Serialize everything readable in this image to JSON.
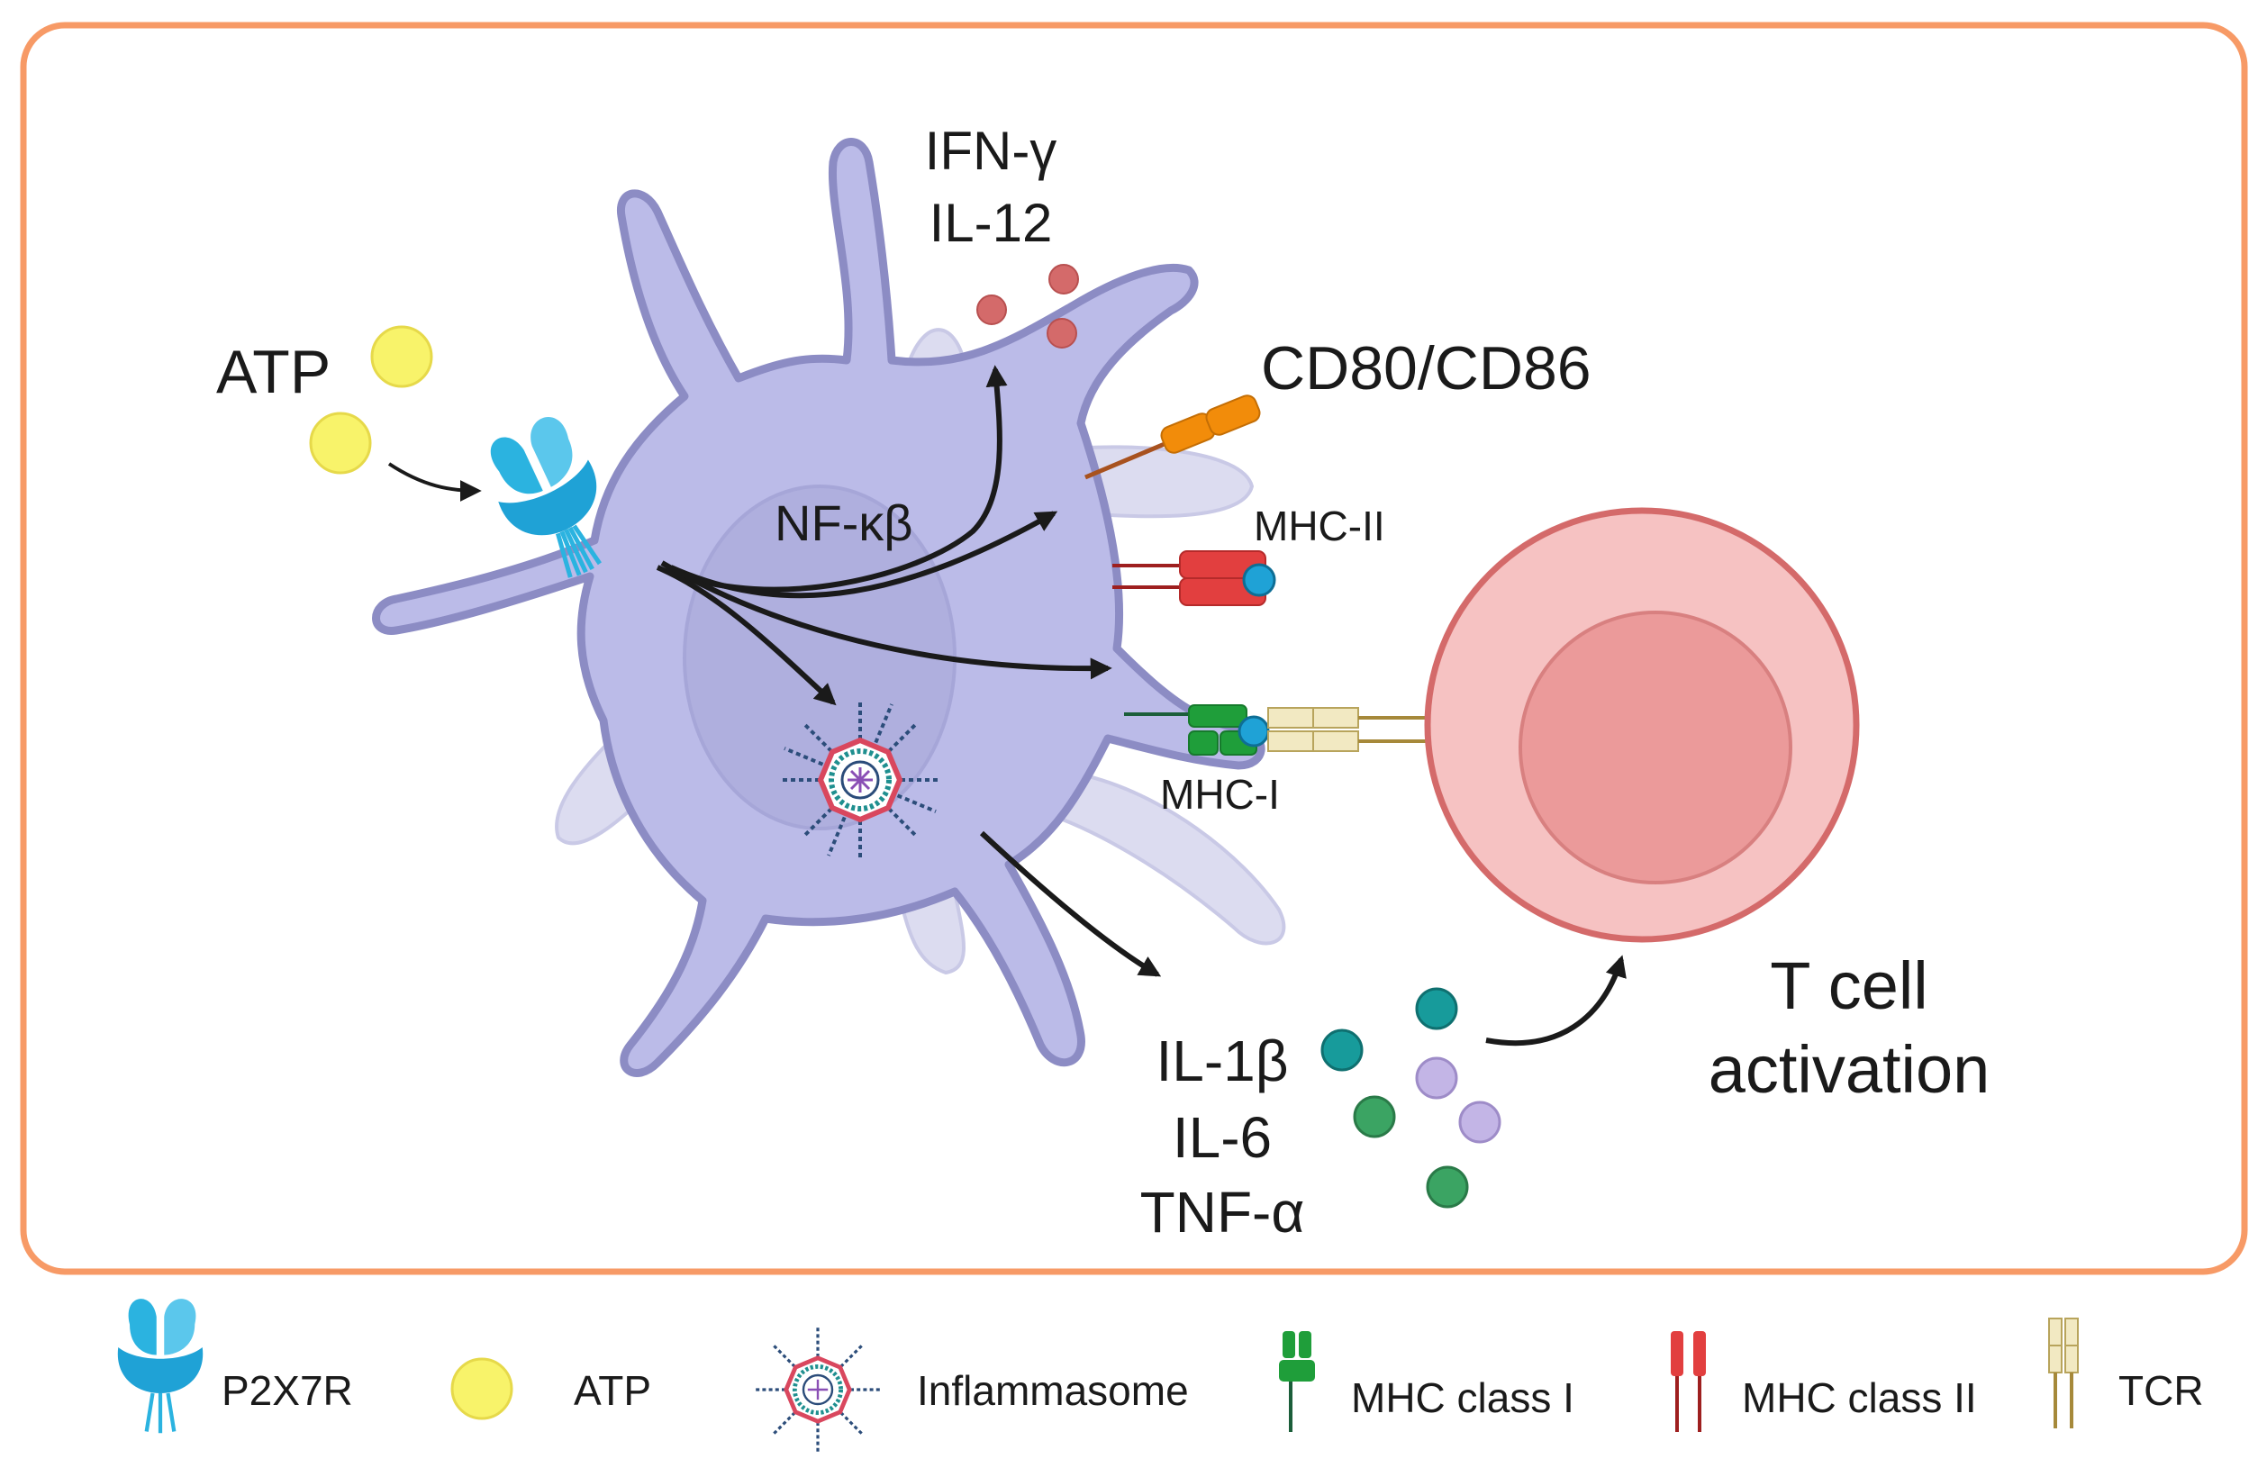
{
  "colors": {
    "frame": "#F79A66",
    "cell_body": "#BBBBE8",
    "cell_outline": "#8C8CC4",
    "cell_shadow": "#DCDCF0",
    "nucleus": "#A6A6D6",
    "t_cell_outer": "#F6C2C2",
    "t_cell_inner": "#EB9A9A",
    "t_cell_outline": "#D46A6A",
    "atp": "#F8F36A",
    "p2x7r": "#2BB3E0",
    "mhc_i": "#1F9E3A",
    "mhc_ii": "#E23F3F",
    "cd80": "#F28C0A",
    "tcr": "#F2E9C2",
    "ifn_particle": "#D46A6A",
    "cytokine_teal": "#179B9B",
    "cytokine_lilac": "#C3B5E6",
    "cytokine_green": "#3BA463"
  },
  "labels": {
    "atp": "ATP",
    "nfkb": "NF-κβ",
    "ifn": "IFN-γ",
    "il12": "IL-12",
    "cd80": "CD80/CD86",
    "mhc_ii": "MHC-II",
    "mhc_i": "MHC-I",
    "il1b": "IL-1β",
    "il6": "IL-6",
    "tnf": "TNF-α",
    "tcell_line1": "T cell",
    "tcell_line2": "activation"
  },
  "legend": {
    "items": [
      {
        "icon": "p2x7r-icon",
        "label": "P2X7R"
      },
      {
        "icon": "atp-icon",
        "label": "ATP"
      },
      {
        "icon": "inflammasome-icon",
        "label": "Inflammasome"
      },
      {
        "icon": "mhc-class-i-icon",
        "label": "MHC class I"
      },
      {
        "icon": "mhc-class-ii-icon",
        "label": "MHC class II"
      },
      {
        "icon": "tcr-icon",
        "label": "TCR"
      }
    ]
  }
}
